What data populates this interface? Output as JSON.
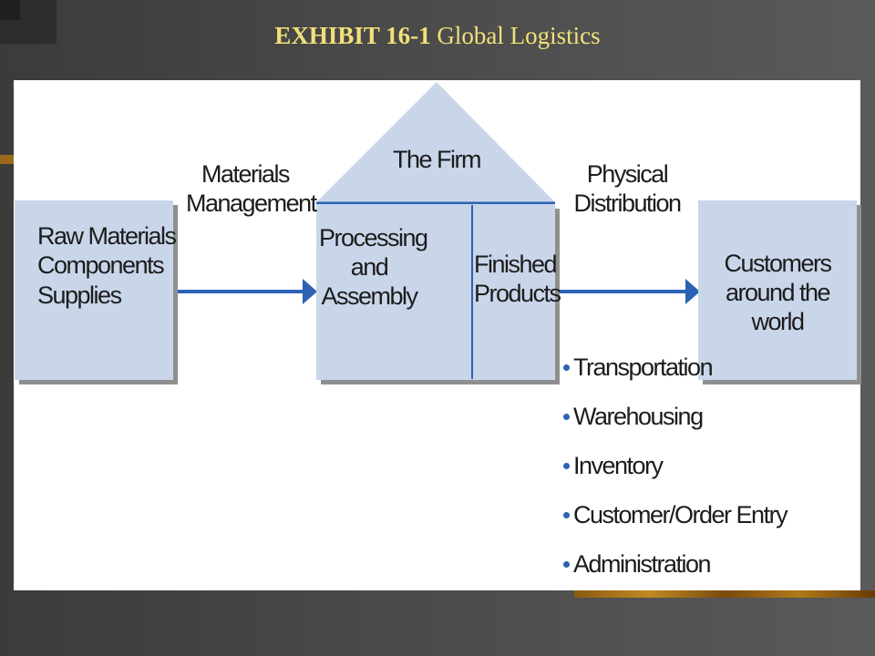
{
  "title": {
    "exhibit": "EXHIBIT 16-1",
    "name": "Global Logistics"
  },
  "colors": {
    "box_fill": "#c9d6ea",
    "arrow_blue": "#2b62b3",
    "title_yellow": "#f2e07a"
  },
  "diagram": {
    "left_box": [
      "Raw Materials",
      "Components",
      "Supplies"
    ],
    "materials_label": [
      "Materials",
      "Management"
    ],
    "firm_roof_label": "The Firm",
    "processing_label": [
      "Processing",
      "and",
      "Assembly"
    ],
    "finished_label": [
      "Finished",
      "Products"
    ],
    "physical_label": [
      "Physical",
      "Distribution"
    ],
    "customers_label": [
      "Customers",
      "around the world"
    ],
    "distribution_items": [
      "Transportation",
      "Warehousing",
      "Inventory",
      "Customer/Order Entry",
      "Administration"
    ]
  }
}
